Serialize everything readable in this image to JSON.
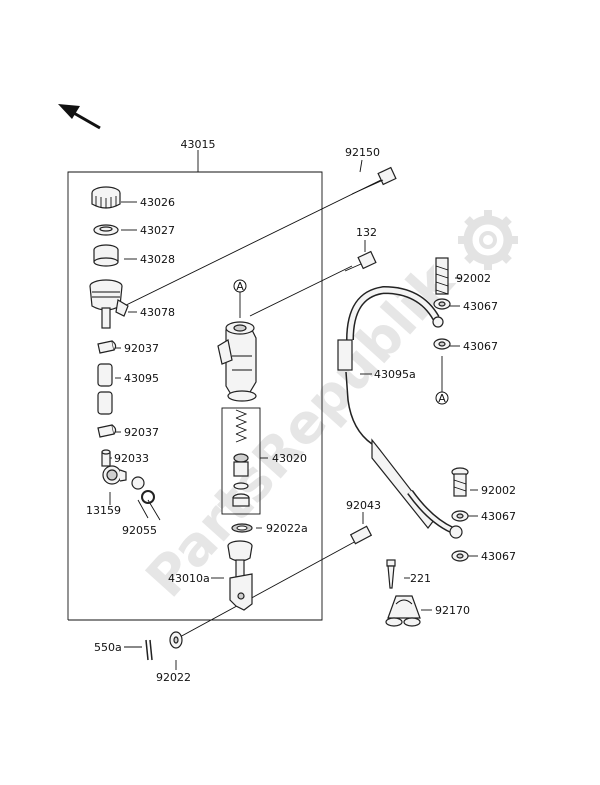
{
  "diagram": {
    "watermark": "PartsRepublik",
    "labels": {
      "assembly": "43015",
      "cap": "43026",
      "diaphragm_plate": "43027",
      "diaphragm": "43028",
      "reservoir": "43078",
      "clamp_top": "92037",
      "hose": "43095",
      "clamp_bottom": "92037",
      "fitting": "92033",
      "grommet": "13159",
      "o_ring": "92055",
      "bolt_top": "92150",
      "bolt_mid": "132",
      "piston_kit": "43020",
      "circlip": "92022a",
      "pushrod": "43010a",
      "pin": "550a",
      "washer_bottom": "92022",
      "bolt_pushrod": "92043",
      "banjo_bolt_top": "92002",
      "gasket_1": "43067",
      "gasket_2": "43067",
      "brake_hose": "43095a",
      "banjo_bolt_bottom": "92002",
      "gasket_3": "43067",
      "gasket_4": "43067",
      "screw": "221",
      "hose_clamp": "92170"
    },
    "markers": {
      "a_top": "A",
      "a_right": "A"
    }
  },
  "colors": {
    "line": "#111111",
    "watermark": "#e6e6e6"
  },
  "icons": {
    "direction": "arrow-icon",
    "settings": "gear-icon"
  }
}
